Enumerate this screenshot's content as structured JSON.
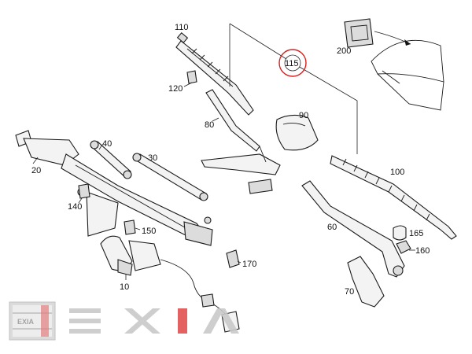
{
  "diagram": {
    "callouts": {
      "p10": "10",
      "p20": "20",
      "p30": "30",
      "p40": "40",
      "p60": "60",
      "p70": "70",
      "p80": "80",
      "p90": "90",
      "p100": "100",
      "p110": "110",
      "p115": "115",
      "p120": "120",
      "p140": "140",
      "p150": "150",
      "p160": "160",
      "p165": "165",
      "p170": "170",
      "p200": "200"
    },
    "highlighted_callout": "115",
    "highlight_color": "#d42020"
  },
  "watermark": {
    "text": "EXIA",
    "badge_text": "EXIA",
    "colors": {
      "gray": "#c9c9c9",
      "red": "#e05050"
    }
  }
}
